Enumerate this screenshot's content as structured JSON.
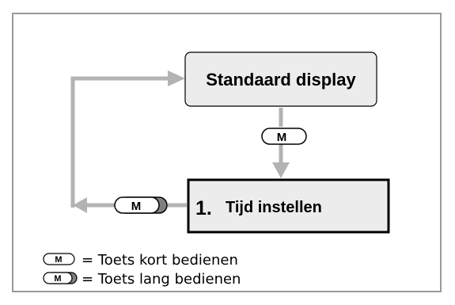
{
  "diagram": {
    "nodes": {
      "standard_display": {
        "label": "Standaard display"
      },
      "set_time": {
        "number": "1.",
        "label": "Tijd instellen"
      }
    },
    "keys": {
      "short_press_key": {
        "label": "M",
        "press": "short"
      },
      "long_press_key": {
        "label": "M",
        "press": "long"
      }
    },
    "legend": [
      {
        "key_label": "M",
        "press": "short",
        "text": "= Toets kort bedienen"
      },
      {
        "key_label": "M",
        "press": "long",
        "text": "= Toets lang bedienen"
      }
    ]
  },
  "colors": {
    "frame_border": "#9a9a9a",
    "box_fill": "#ececec",
    "box_border": "#000000",
    "arrow": "#b3b3b3",
    "key_shadow": "#808080"
  }
}
